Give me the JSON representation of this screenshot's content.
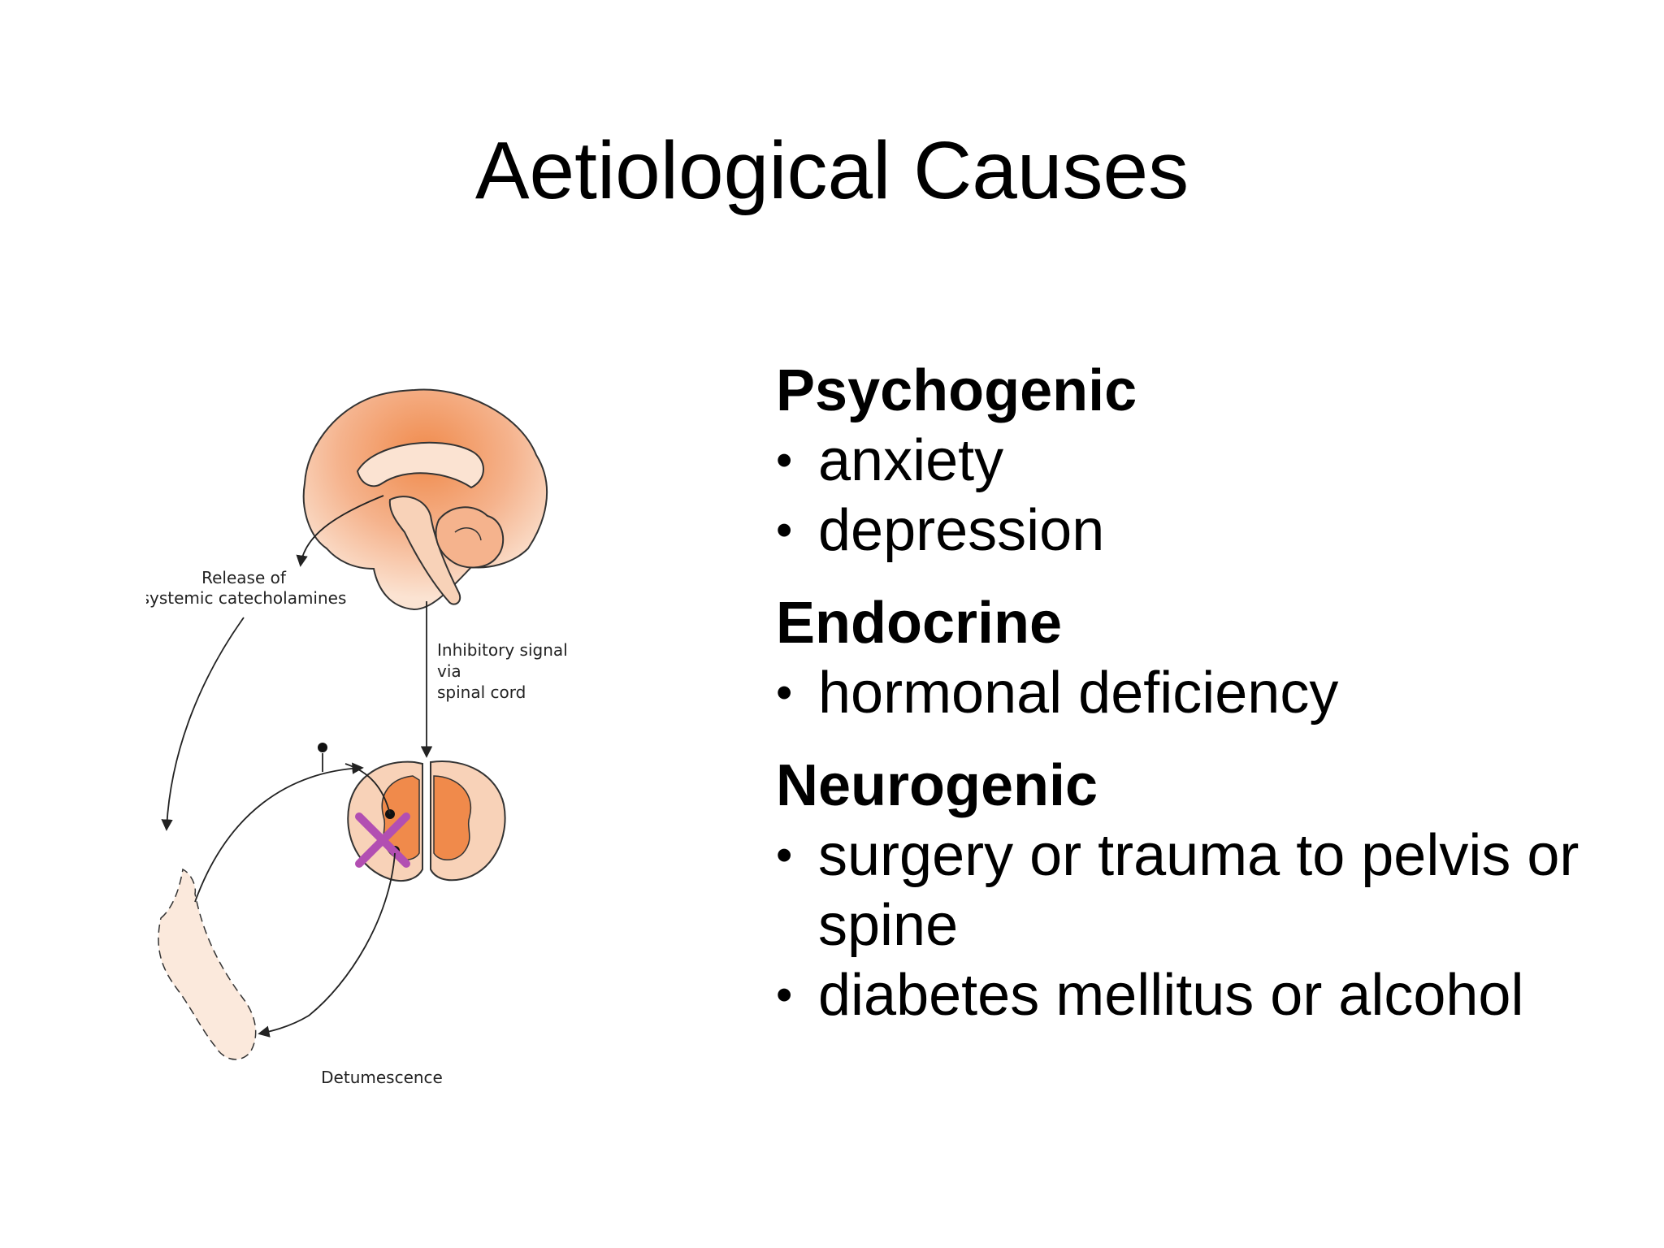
{
  "slide": {
    "title": "Aetiological Causes"
  },
  "diagram": {
    "labels": {
      "release_line1": "Release of",
      "release_line2": "systemic catecholamines",
      "inhibitory_line1": "Inhibitory signal",
      "inhibitory_line2": "via",
      "inhibitory_line3": "spinal cord",
      "detumescence": "Detumescence"
    },
    "colors": {
      "tissue_light": "#f8d2b8",
      "tissue_mid": "#f5b38d",
      "tissue_dark": "#f08a4b",
      "penis_fill": "#fbe9dc",
      "cross_mark": "#b24fb2",
      "outline": "#333333"
    }
  },
  "causes": [
    {
      "heading": "Psychogenic",
      "items": [
        "anxiety",
        "depression"
      ]
    },
    {
      "heading": "Endocrine",
      "items": [
        "hormonal deficiency"
      ]
    },
    {
      "heading": "Neurogenic",
      "items": [
        "surgery or trauma to pelvis or spine",
        "diabetes mellitus or alcohol"
      ]
    }
  ],
  "bullet_glyph": "•"
}
